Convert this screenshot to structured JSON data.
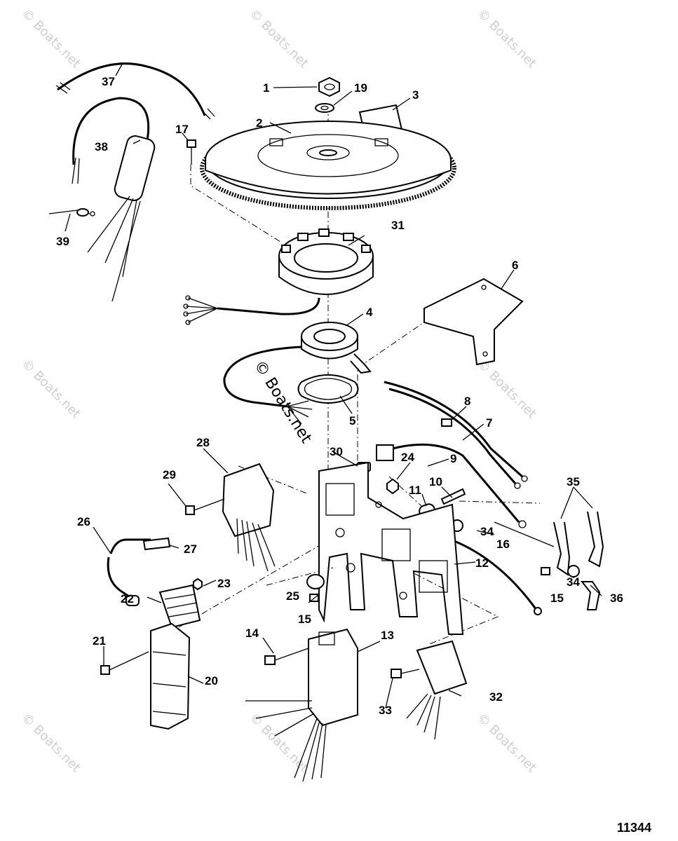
{
  "figure_number": "11344",
  "watermark": {
    "text": "© Boats.net",
    "center_text": "© Boats.net"
  },
  "parts": [
    {
      "ref": "1"
    },
    {
      "ref": "2"
    },
    {
      "ref": "3"
    },
    {
      "ref": "4"
    },
    {
      "ref": "5"
    },
    {
      "ref": "6"
    },
    {
      "ref": "7"
    },
    {
      "ref": "8"
    },
    {
      "ref": "9"
    },
    {
      "ref": "10"
    },
    {
      "ref": "11"
    },
    {
      "ref": "12"
    },
    {
      "ref": "13"
    },
    {
      "ref": "14"
    },
    {
      "ref": "15"
    },
    {
      "ref": "15"
    },
    {
      "ref": "16"
    },
    {
      "ref": "17"
    },
    {
      "ref": "19"
    },
    {
      "ref": "20"
    },
    {
      "ref": "21"
    },
    {
      "ref": "22"
    },
    {
      "ref": "23"
    },
    {
      "ref": "24"
    },
    {
      "ref": "25"
    },
    {
      "ref": "26"
    },
    {
      "ref": "27"
    },
    {
      "ref": "28"
    },
    {
      "ref": "29"
    },
    {
      "ref": "30"
    },
    {
      "ref": "31"
    },
    {
      "ref": "32"
    },
    {
      "ref": "33"
    },
    {
      "ref": "34"
    },
    {
      "ref": "34"
    },
    {
      "ref": "35"
    },
    {
      "ref": "36"
    },
    {
      "ref": "37"
    },
    {
      "ref": "38"
    },
    {
      "ref": "39"
    }
  ]
}
